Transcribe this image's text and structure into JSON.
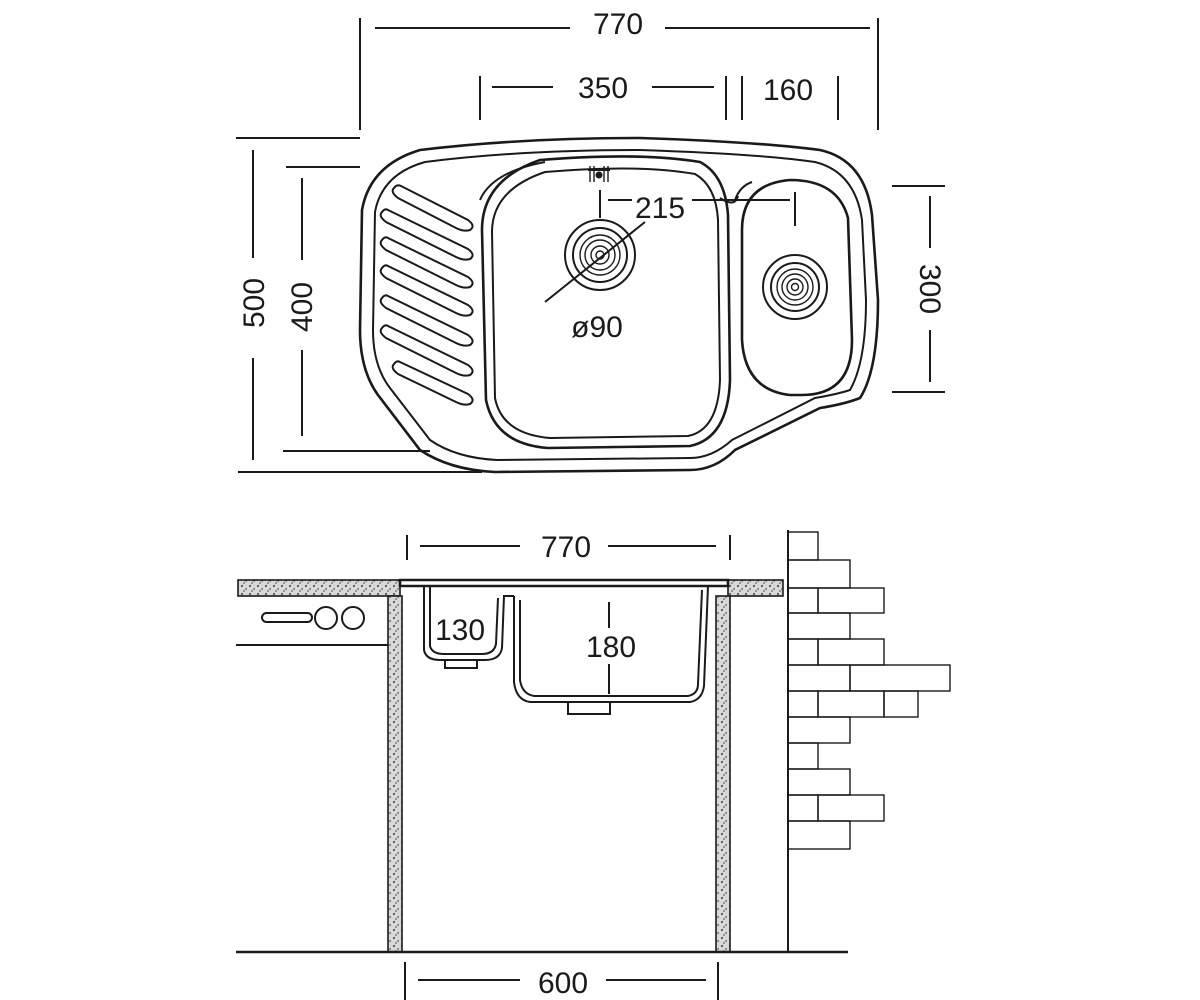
{
  "top_view": {
    "dims": {
      "overall_width": "770",
      "main_bowl_width": "350",
      "small_bowl_width": "160",
      "overall_depth": "500",
      "main_bowl_depth": "400",
      "small_bowl_depth": "300",
      "drain_offset": "215",
      "drain_diameter": "ø90"
    }
  },
  "side_view": {
    "dims": {
      "overall_width": "770",
      "small_bowl_height": "130",
      "main_bowl_height": "180",
      "cabinet_width": "600"
    }
  },
  "colors": {
    "line": "#1a1a1a",
    "background": "#ffffff",
    "countertop": "#cccccc"
  }
}
